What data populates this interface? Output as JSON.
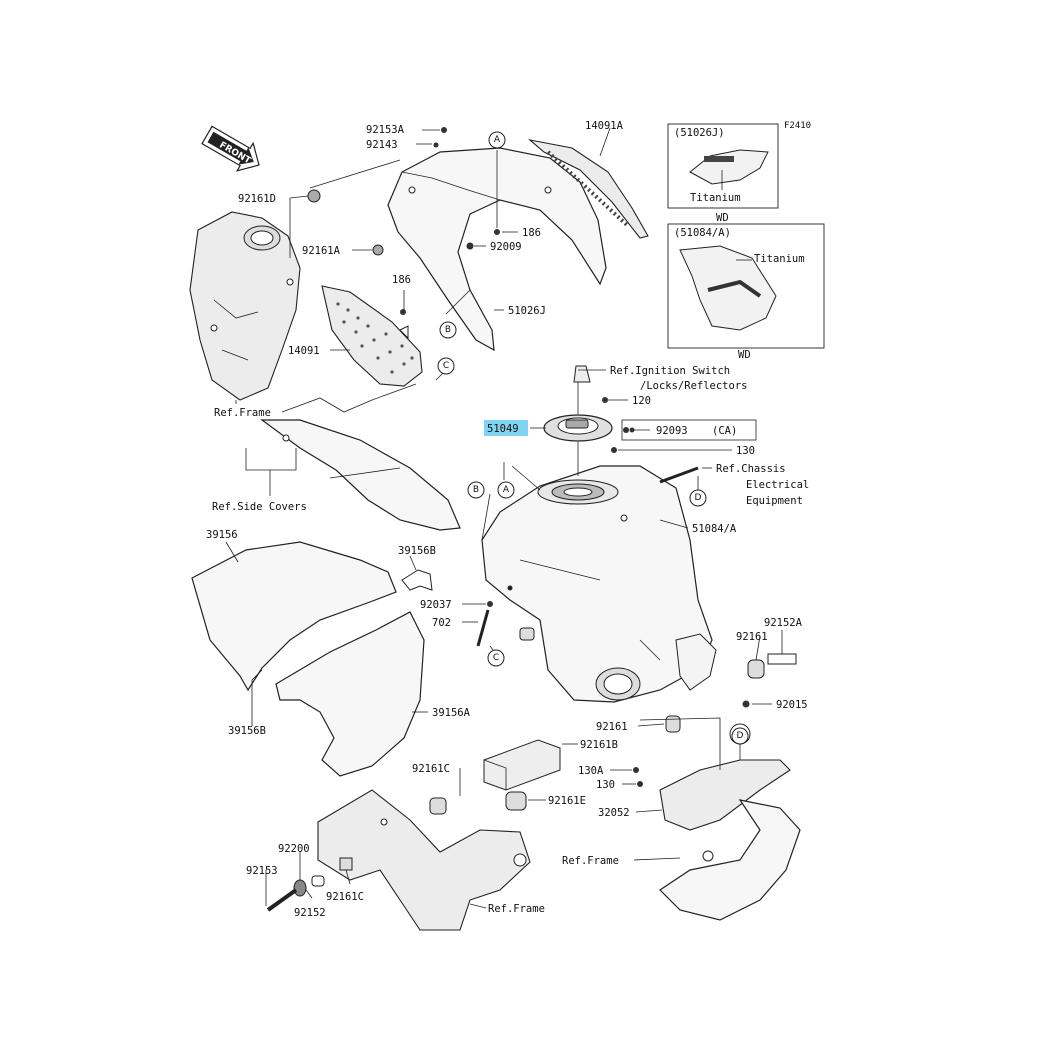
{
  "figure_code": "F2410",
  "front_label": "FRONT",
  "highlighted_part": "51049",
  "labels": {
    "p92153A": "92153A",
    "p92143": "92143",
    "p92161D": "92161D",
    "p92161A": "92161A",
    "p186a": "186",
    "p186b": "186",
    "p92009": "92009",
    "p14091A": "14091A",
    "p51026J": "51026J",
    "p14091": "14091",
    "refFrame1": "Ref.Frame",
    "refSideCovers": "Ref.Side Covers",
    "refIgnition1": "Ref.Ignition Switch",
    "refIgnition2": "/Locks/Reflectors",
    "p120": "120",
    "p51049": "51049",
    "p92093": "92093",
    "pCA": "(CA)",
    "p130a": "130",
    "refChassis1": "Ref.Chassis",
    "refChassis2": "Electrical",
    "refChassis3": "Equipment",
    "p51084A": "51084/A",
    "p39156": "39156",
    "p39156B_top": "39156B",
    "p92037": "92037",
    "p702": "702",
    "p39156B_bot": "39156B",
    "p39156A": "39156A",
    "p92152A": "92152A",
    "p92161": "92161",
    "p92015": "92015",
    "p92161_b": "92161",
    "p92161B": "92161B",
    "p130A": "130A",
    "p130b": "130",
    "p32052": "32052",
    "refFrame2": "Ref.Frame",
    "p92161C_a": "92161C",
    "p92161E": "92161E",
    "p92200": "92200",
    "p92153": "92153",
    "p92152": "92152",
    "p92161C_b": "92161C",
    "refFrame3": "Ref.Frame"
  },
  "circles": {
    "A": "A",
    "B": "B",
    "C": "C",
    "D": "D"
  },
  "insets": {
    "top": {
      "code": "(51026J)",
      "material": "Titanium",
      "region": "WD"
    },
    "bottom": {
      "code": "(51084/A)",
      "material": "Titanium",
      "region": "WD"
    }
  }
}
